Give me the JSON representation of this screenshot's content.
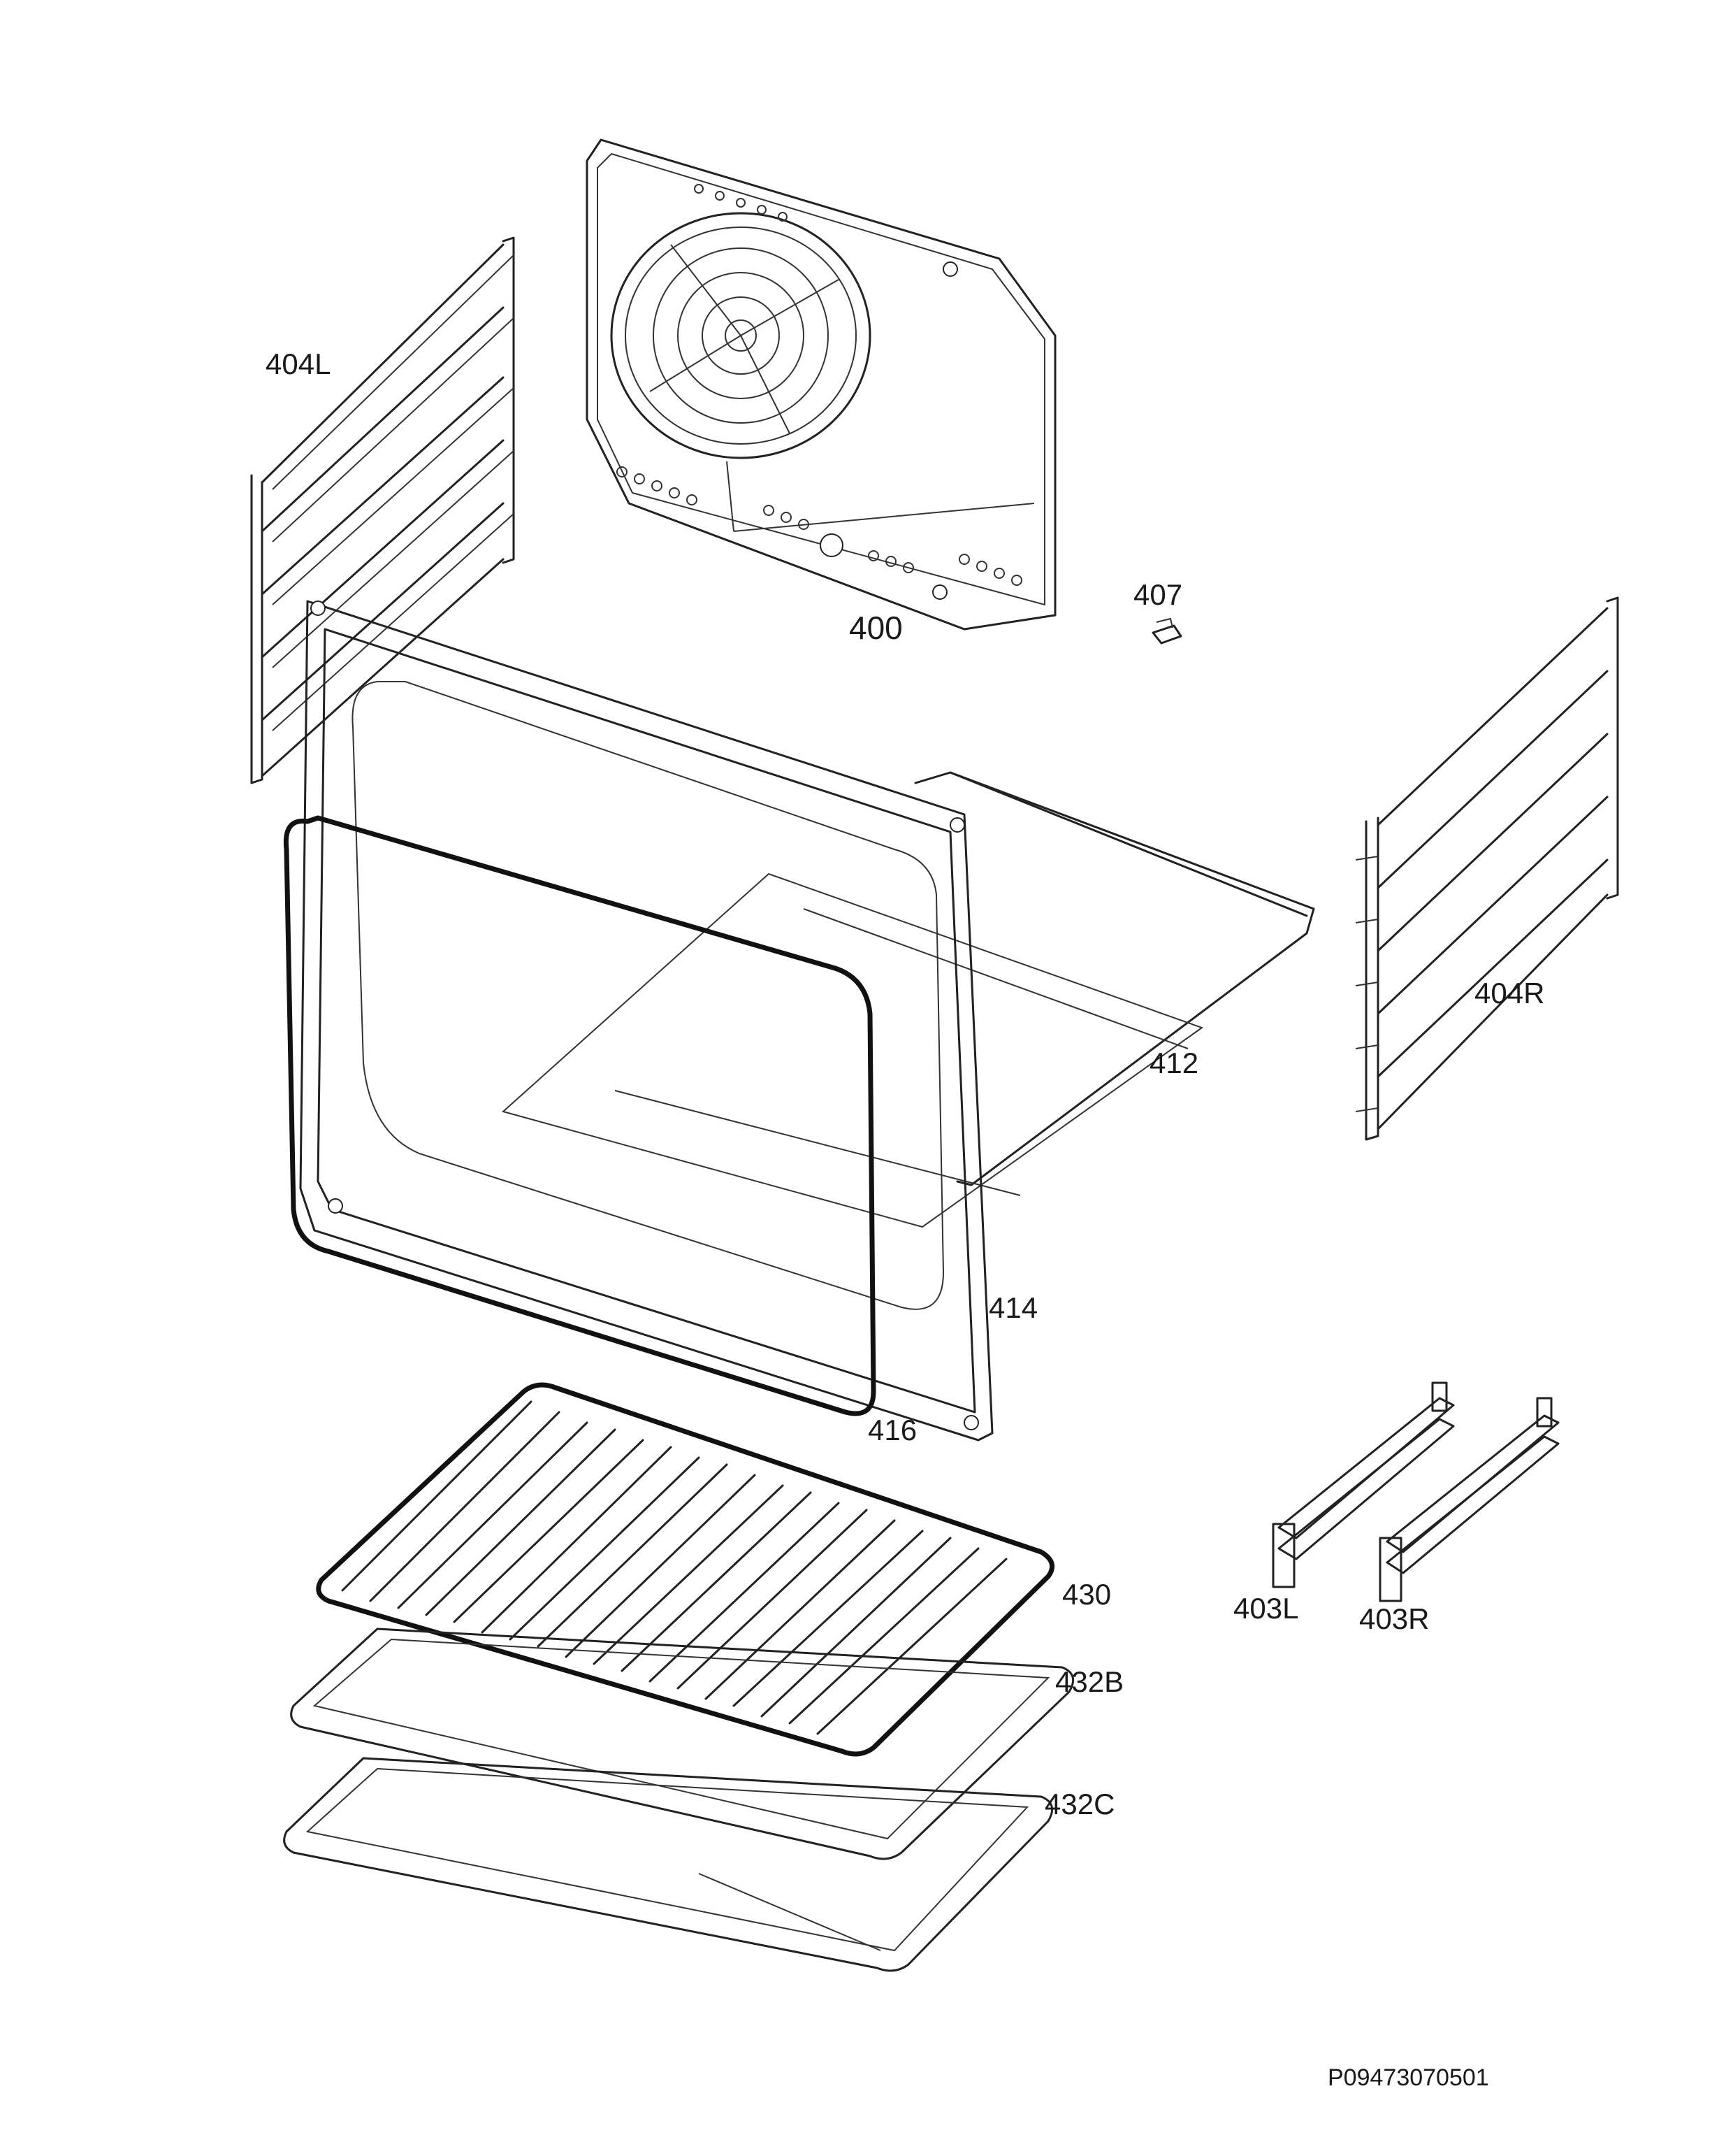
{
  "labels": {
    "p400": "400",
    "p404L": "404L",
    "p404R": "404R",
    "p407": "407",
    "p412": "412",
    "p414": "414",
    "p416": "416",
    "p430": "430",
    "p432B": "432B",
    "p432C": "432C",
    "p403L": "403L",
    "p403R": "403R"
  },
  "drawing_code": "P09473070501"
}
